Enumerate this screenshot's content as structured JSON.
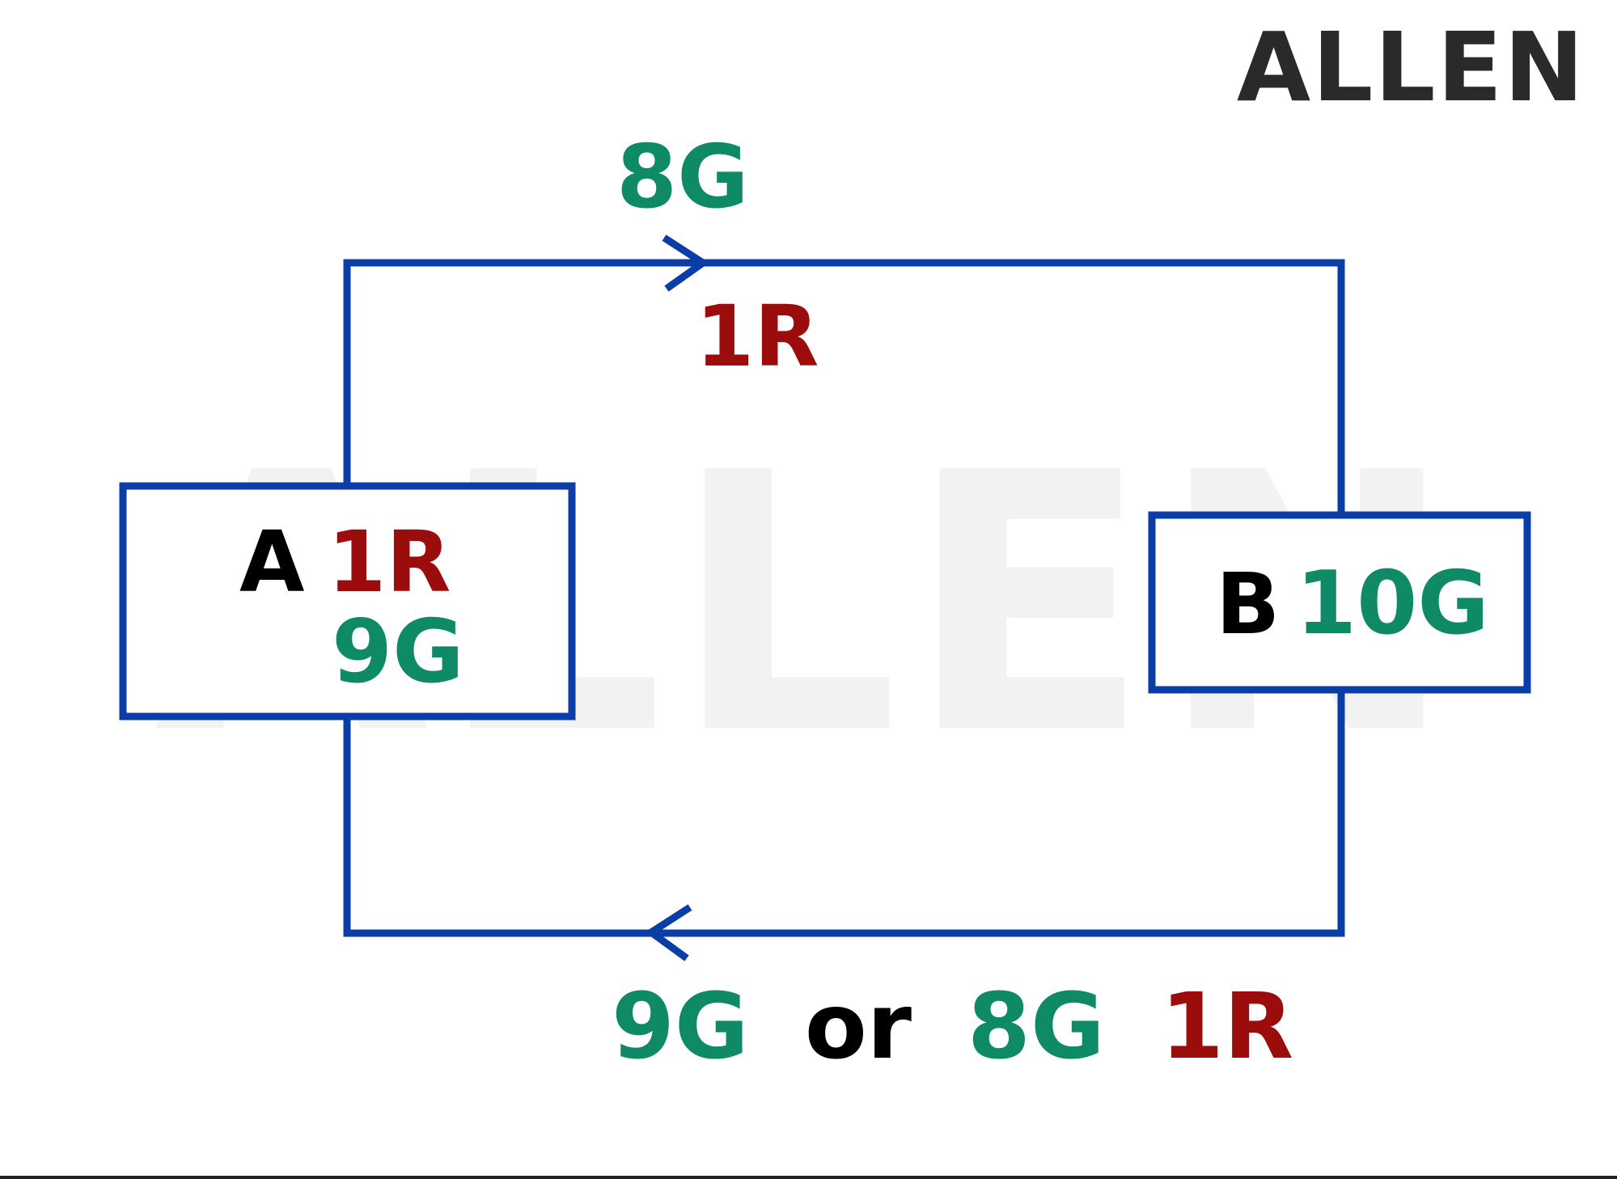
{
  "logo": {
    "text": "ALLEN",
    "color": "#2a2a2a"
  },
  "watermark": {
    "text": "ALLEN",
    "color": "#f2f2f2"
  },
  "colors": {
    "line": "#0a3ea6",
    "green": "#0e8a66",
    "red": "#9b0c0c",
    "black": "#000000",
    "bottom_border": "#222222"
  },
  "flow_top": {
    "above": "8G",
    "below": "1R",
    "arrow_direction": "right"
  },
  "box_a": {
    "name": "A",
    "red_value": "1R",
    "green_value": "9G"
  },
  "box_b": {
    "name": "B",
    "green_value": "10G"
  },
  "flow_bottom": {
    "arrow_direction": "left",
    "caption": {
      "first": "9G",
      "connector": "or",
      "second_green": "8G",
      "second_red": "1R"
    }
  }
}
